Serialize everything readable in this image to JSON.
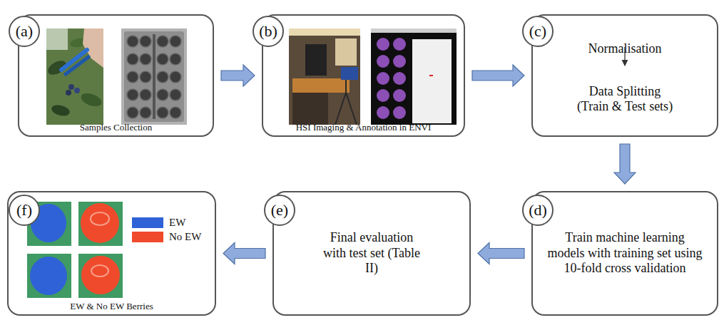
{
  "diagram": {
    "nodes": [
      {
        "text": [
          "Samples Collection"
        ]
      },
      {
        "text": [
          "(a)"
        ],
        "in": 0
      },
      {
        "text": [
          "HSI Imaging & Annotation in ENVI"
        ]
      },
      {
        "text": [
          "(b)"
        ],
        "in": 2
      },
      {
        "text": [
          "Normalisation",
          "Data Splitting (Train & Test sets)"
        ]
      },
      {
        "text": [
          "(c)"
        ],
        "in": 4
      },
      {
        "text": [
          "Train machine learning models with training set using 10-fold cross validation"
        ]
      },
      {
        "text": [
          "(d)"
        ],
        "in": 6
      },
      {
        "text": [
          "Final evaluation with test set (Table II)"
        ]
      },
      {
        "text": [
          "(e)"
        ],
        "in": 8
      },
      {
        "text": [
          "EW & No EW Berries"
        ]
      },
      {
        "text": [
          "(f)"
        ],
        "in": 10
      }
    ],
    "edges": [
      {
        "from": 0,
        "to": 2,
        "arrow": "to"
      },
      {
        "from": 2,
        "to": 4,
        "arrow": "to"
      },
      {
        "from": 4,
        "to": 6,
        "arrow": "to"
      },
      {
        "from": 6,
        "to": 8,
        "arrow": "to"
      },
      {
        "from": 8,
        "to": 10,
        "arrow": "to"
      }
    ],
    "legend": [
      {
        "text": "EW",
        "color": "#2f62d6"
      },
      {
        "text": "No EW",
        "color": "#f04a2c"
      }
    ]
  }
}
